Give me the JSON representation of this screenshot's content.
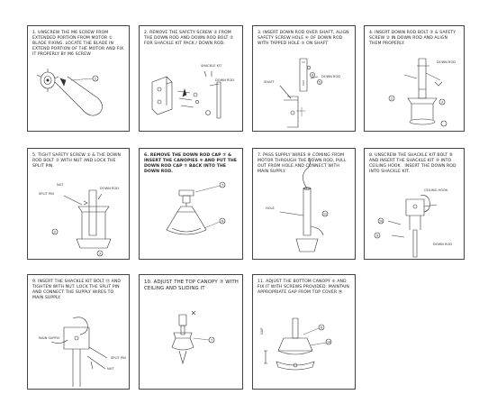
{
  "steps": [
    {
      "text": "1. UNSCREW THE M6 SCREW FROM EXTENDED PORTION FROM MOTOR ① BLADE FIXING. LOCATE THE BLADE IN EXTEND PORTION OF THE MOTOR AND FIX IT PROPERLY BY M6 SCREW",
      "labels": {
        "callout": "1"
      }
    },
    {
      "text": "2. REMOVE THE SAFETY SCREW ② FROM THE DOWN ROD AND DOWN ROD BOLT ③ FOR SHACKLE KIT PACK / DOWN ROD.",
      "labels": {
        "a": "SHACKLE KIT",
        "b": "DOWN ROD"
      }
    },
    {
      "text": "3. INSERT DOWN ROD OVER SHAFT, ALIGN SAFETY SCREW HOLE ④ OF DOWN ROD WITH TAPPED HOLE ⑤ ON SHAFT",
      "labels": {
        "a": "DOWN ROD",
        "b": "SHAFT",
        "c": "4",
        "d": "5"
      }
    },
    {
      "text": "4. INSERT DOWN ROD BOLT ③ & SAFETY SCREW ② IN DOWN ROD AND ALIGN THEM PROPERLY.",
      "labels": {
        "a": "DOWN ROD",
        "b": "2",
        "c": "3"
      }
    },
    {
      "text": "5. TIGHT SAFETY SCREW ② & THE DOWN ROD BOLT ③ WITH NUT AND LOCK THE SPLIT PIN.",
      "labels": {
        "a": "NUT",
        "b": "SPLIT PIN",
        "c": "DOWN ROD",
        "d": "2",
        "e": "3"
      }
    },
    {
      "text": "6. REMOVE THE DOWN ROD CAP ⑦ & INSERT THE CANOPIES ⑥ AND PUT THE DOWN ROD CAP ⑦ BACK INTO THE DOWN ROD.",
      "labels": {
        "a": "7",
        "b": "6"
      }
    },
    {
      "text": "7. PASS SUPPLY WIRES ⑧ COMING FROM MOTOR THROUGH THE DOWN ROD, PULL OUT FROM HOLE AND CONNECT WITH MAIN SUPPLY.",
      "labels": {
        "a": "HOLE",
        "b": "11"
      }
    },
    {
      "text": "8. UNSCREW THE SHACKLE KIT BOLT ⑨ AND INSERT THE SHACKLE KIT ⑩ INTO CEILING HOOK . INSERT THE DOWN ROD INTO SHACKLE KIT.",
      "labels": {
        "a": "CEILING HOOK",
        "b": "DOWN ROD",
        "c": "10",
        "d": "9"
      }
    },
    {
      "text": "9. INSERT THE SHACKLE KIT BOLT ⑬ AND TIGHTEN WITH NUT. LOCK THE SPLIT PIN AND CONNECT THE SUPPLY WIRES TO MAIN SUPPLY.",
      "labels": {
        "a": "MAIN SUPPLY",
        "b": "SPLIT PIN",
        "c": "NUT"
      }
    },
    {
      "text": "10. ADJUST THE TOP CANOPY ⑦ WITH CEILING AND SLIDING IT",
      "labels": {
        "a": "7"
      }
    },
    {
      "text": "11. ADJUST THE BOTTOM CANOPY ⑥ AND FIX IT WITH SCREWS PROVIDED. MAINTAIN APPROPRIATE GAP FROM TOP COVER ⑭",
      "labels": {
        "a": "GAP",
        "b": "6",
        "c": "14"
      }
    }
  ]
}
